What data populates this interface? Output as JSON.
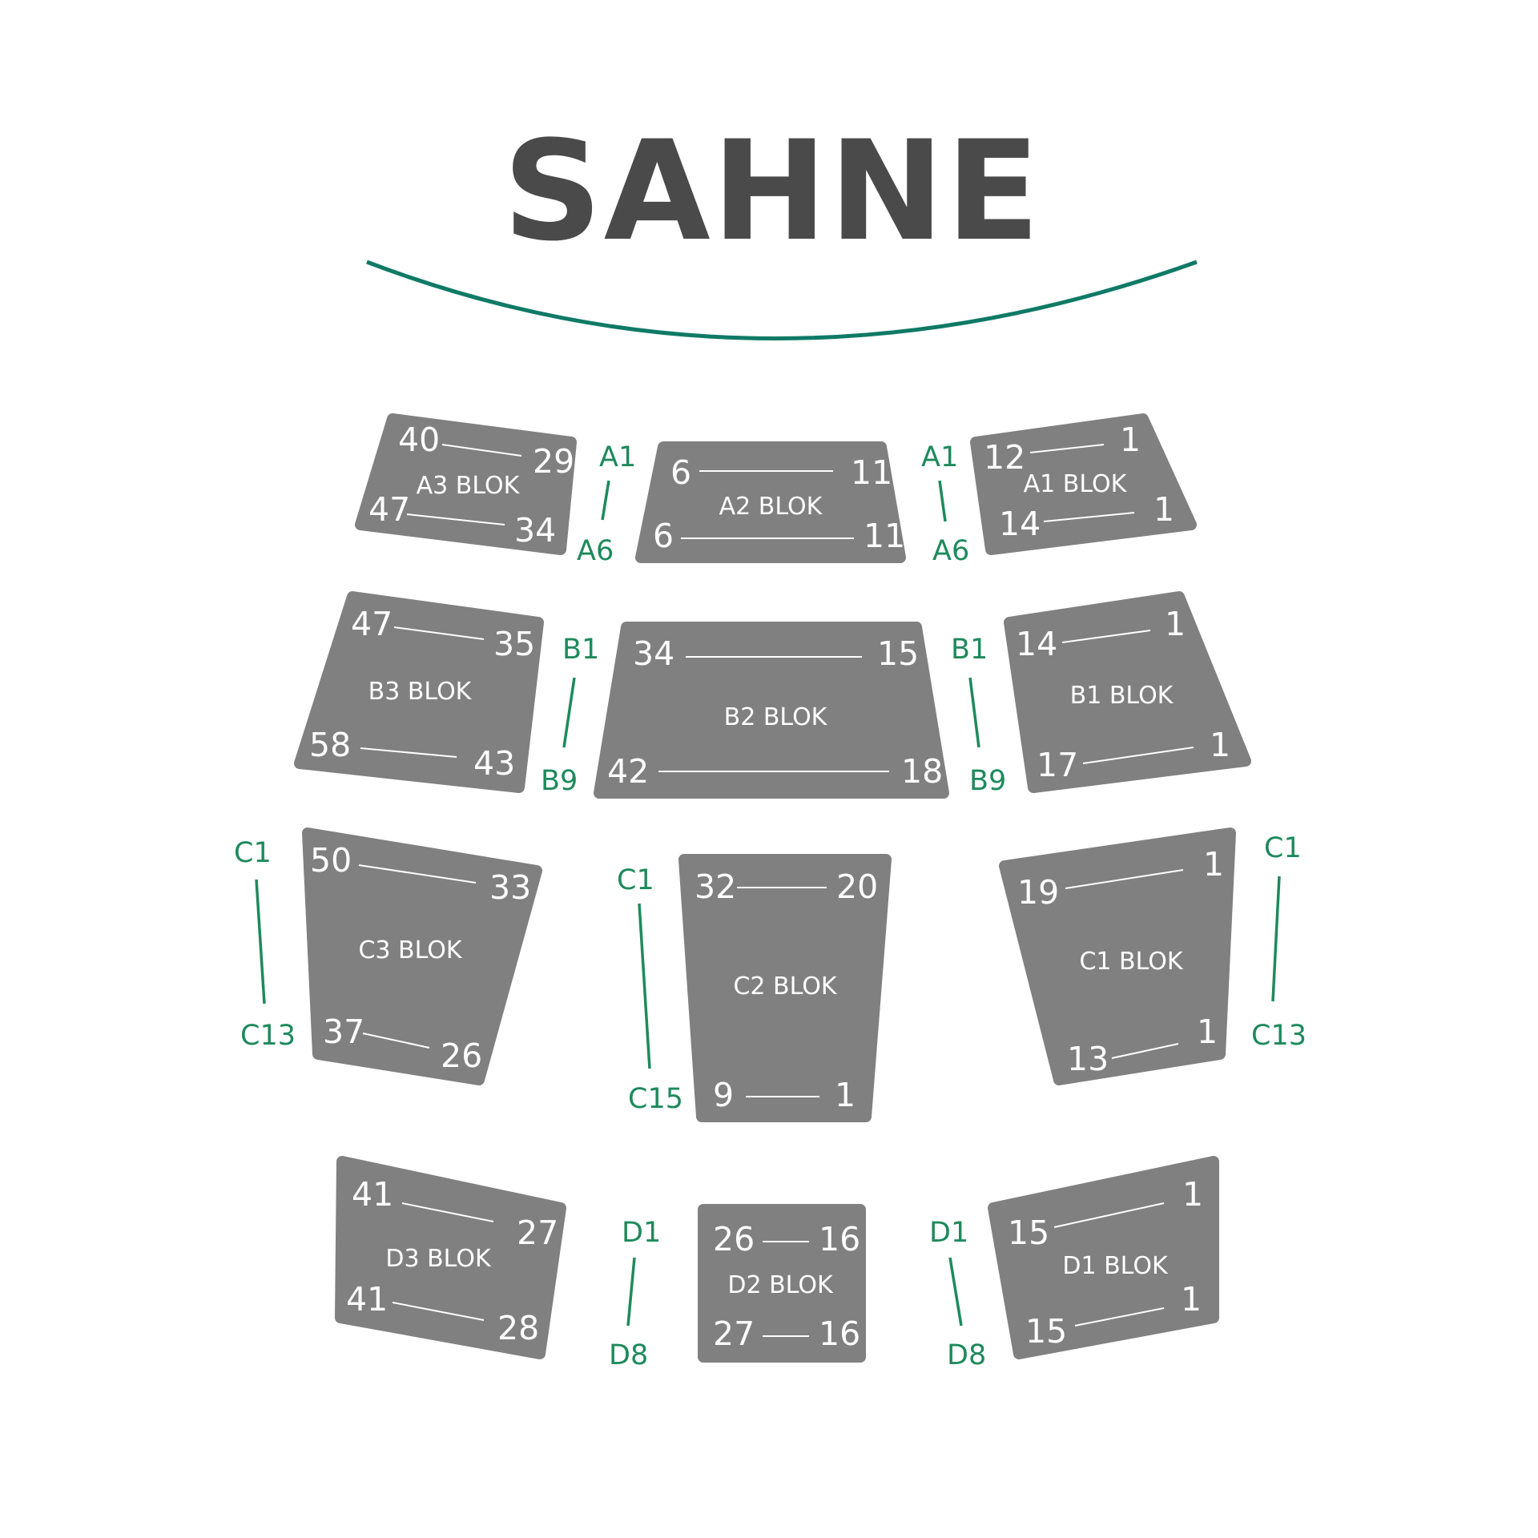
{
  "stage": {
    "title": "SAHNE",
    "color": "#4a4a4a",
    "arc_color": "#0f7a66"
  },
  "colors": {
    "block": "#808080",
    "text": "#ffffff",
    "row_label": "#1e8a5c"
  },
  "blocks": {
    "A3": {
      "label": "A3 BLOK",
      "top_left": "40",
      "top_right": "29",
      "bottom_left": "47",
      "bottom_right": "34"
    },
    "A2": {
      "label": "A2 BLOK",
      "top_left": "6",
      "top_right": "11",
      "bottom_left": "6",
      "bottom_right": "11"
    },
    "A1": {
      "label": "A1 BLOK",
      "top_left": "12",
      "top_right": "1",
      "bottom_left": "14",
      "bottom_right": "1"
    },
    "B3": {
      "label": "B3 BLOK",
      "top_left": "47",
      "top_right": "35",
      "bottom_left": "58",
      "bottom_right": "43"
    },
    "B2": {
      "label": "B2 BLOK",
      "top_left": "34",
      "top_right": "15",
      "bottom_left": "42",
      "bottom_right": "18"
    },
    "B1": {
      "label": "B1 BLOK",
      "top_left": "14",
      "top_right": "1",
      "bottom_left": "17",
      "bottom_right": "1"
    },
    "C3": {
      "label": "C3 BLOK",
      "top_left": "50",
      "top_right": "33",
      "bottom_left": "37",
      "bottom_right": "26"
    },
    "C2": {
      "label": "C2 BLOK",
      "top_left": "32",
      "top_right": "20",
      "bottom_left": "9",
      "bottom_right": "1"
    },
    "C1": {
      "label": "C1 BLOK",
      "top_left": "19",
      "top_right": "1",
      "bottom_left": "13",
      "bottom_right": "1"
    },
    "D3": {
      "label": "D3 BLOK",
      "top_left": "41",
      "top_right": "27",
      "bottom_left": "41",
      "bottom_right": "28"
    },
    "D2": {
      "label": "D2 BLOK",
      "top_left": "26",
      "top_right": "16",
      "bottom_left": "27",
      "bottom_right": "16"
    },
    "D1": {
      "label": "D1 BLOK",
      "top_left": "15",
      "top_right": "1",
      "bottom_left": "15",
      "bottom_right": "1"
    }
  },
  "rows": {
    "A_left": {
      "first": "A1",
      "last": "A6"
    },
    "A_right": {
      "first": "A1",
      "last": "A6"
    },
    "B_left": {
      "first": "B1",
      "last": "B9"
    },
    "B_right": {
      "first": "B1",
      "last": "B9"
    },
    "C_far_left": {
      "first": "C1",
      "last": "C13"
    },
    "C_mid": {
      "first": "C1",
      "last": "C15"
    },
    "C_far_right": {
      "first": "C1",
      "last": "C13"
    },
    "D_left": {
      "first": "D1",
      "last": "D8"
    },
    "D_right": {
      "first": "D1",
      "last": "D8"
    }
  }
}
